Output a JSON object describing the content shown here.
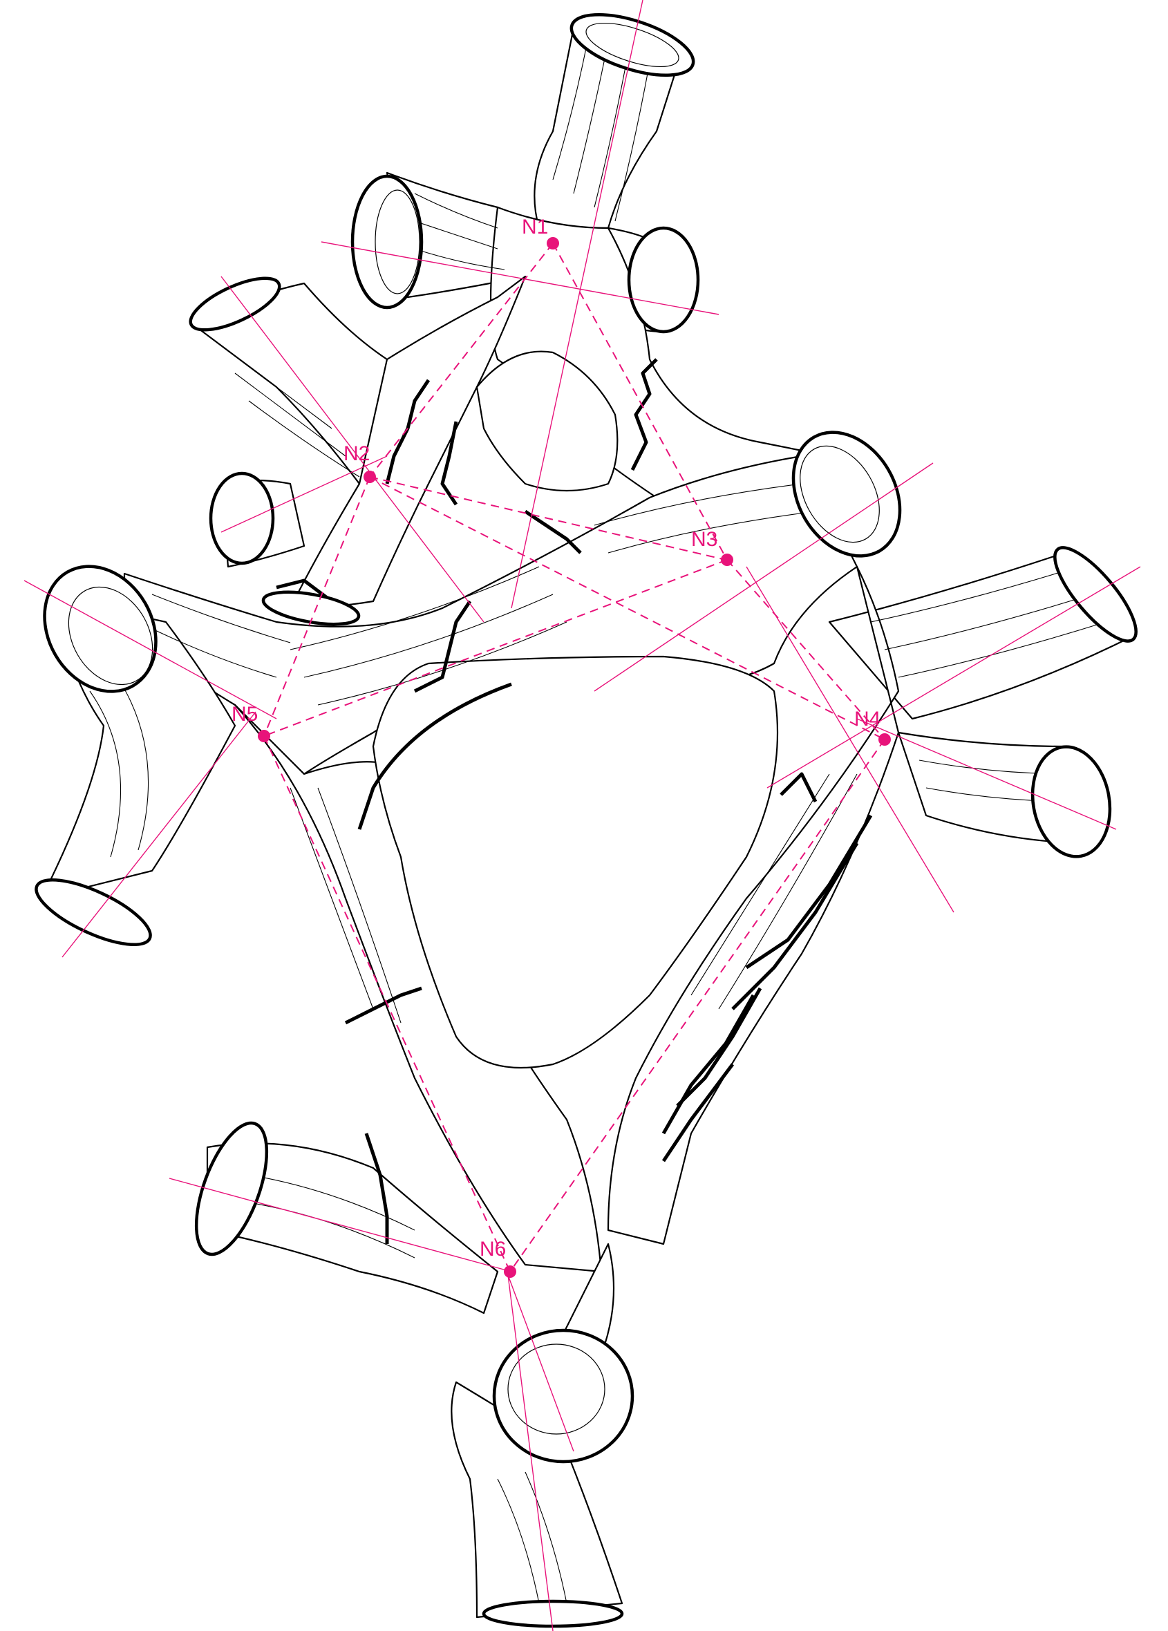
{
  "colors": {
    "accent": "#e8137a",
    "stroke": "#000000",
    "background": "#ffffff"
  },
  "nodes": [
    {
      "id": "n1",
      "label": "N1"
    },
    {
      "id": "n2",
      "label": "N2"
    },
    {
      "id": "n3",
      "label": "N3"
    },
    {
      "id": "n4",
      "label": "N4"
    },
    {
      "id": "n5",
      "label": "N5"
    },
    {
      "id": "n6",
      "label": "N6"
    }
  ]
}
